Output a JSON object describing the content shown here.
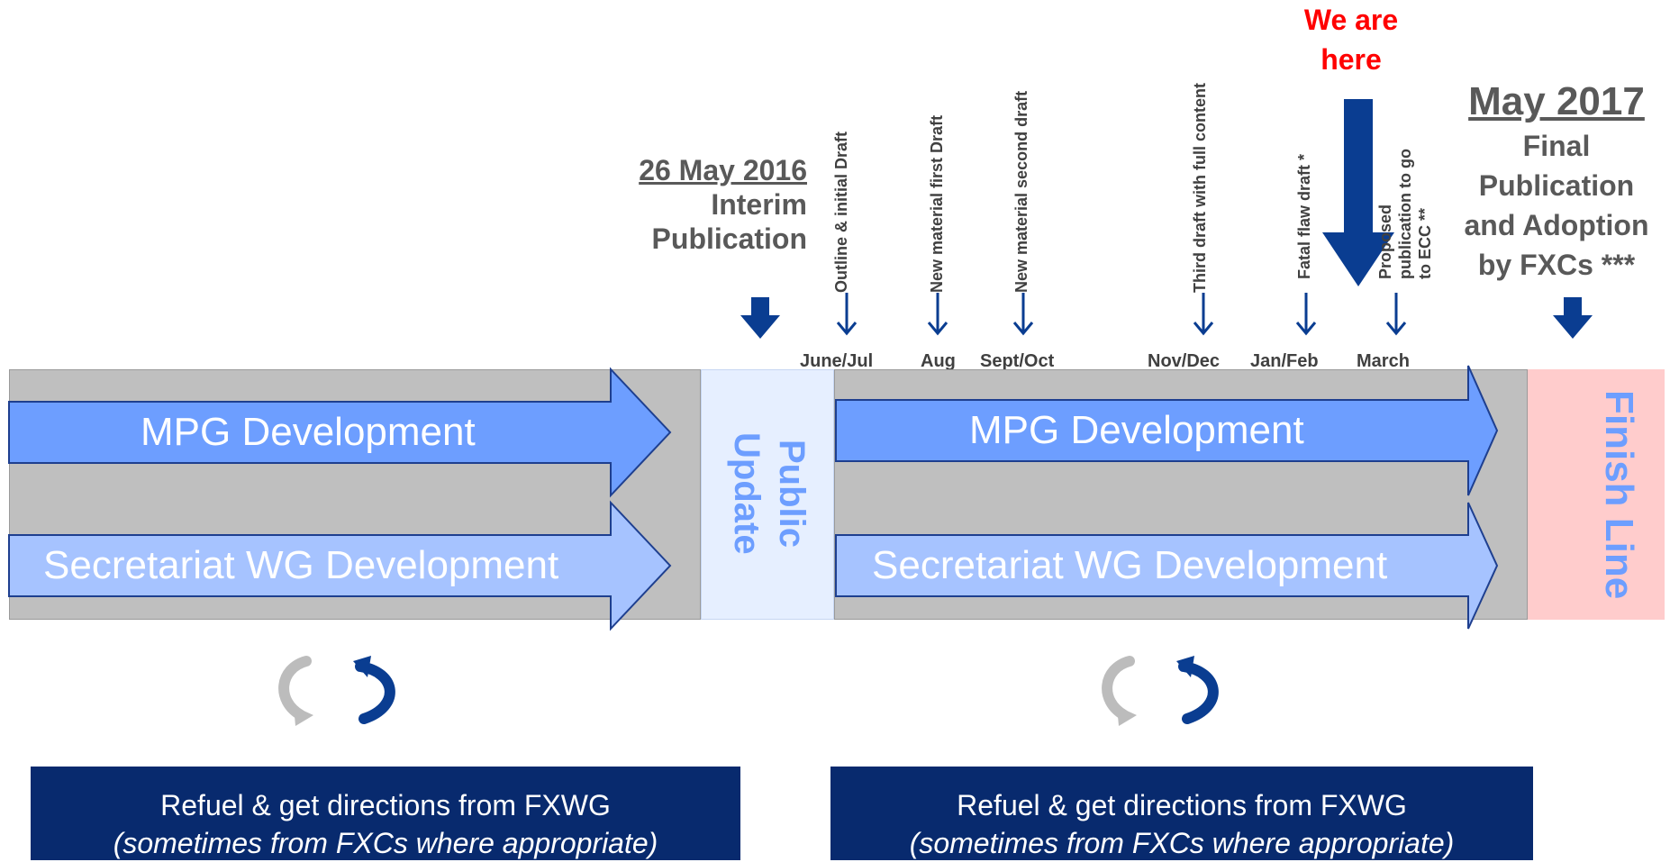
{
  "colors": {
    "navy": "#0a3d91",
    "arrow_blue": "#6d9eff",
    "arrow_light": "#a6c3ff",
    "gray_band": "#bfbfbf",
    "public_update_bg": "#e6efff",
    "finish_bg": "#ffcccc",
    "we_are_here": "#ff0000",
    "box_navy": "#082a6e"
  },
  "milestones": {
    "interim": {
      "date": "26 May 2016",
      "line1": "Interim",
      "line2": "Publication"
    },
    "final": {
      "date": "May 2017",
      "line1": "Final",
      "line2": "Publication",
      "line3": "and Adoption",
      "line4": "by FXCs ***"
    }
  },
  "we_are_here": {
    "line1": "We are",
    "line2": "here"
  },
  "drafts": [
    {
      "label": "Outline & initial Draft"
    },
    {
      "label": "New material first Draft"
    },
    {
      "label": "New material second draft"
    },
    {
      "label": "Third draft with full content"
    },
    {
      "label": "Fatal flaw draft *"
    },
    {
      "label_line1": "Proposed",
      "label_line2": "publication to go",
      "label_line3": "to ECC **"
    }
  ],
  "months": [
    "June/Jul",
    "Aug",
    "Sept/Oct",
    "Nov/Dec",
    "Jan/Feb",
    "March"
  ],
  "phases": {
    "left": {
      "mpg": "MPG Development",
      "secretariat": "Secretariat WG Development"
    },
    "public_update": {
      "line1": "Public",
      "line2": "Update"
    },
    "right": {
      "mpg": "MPG Development",
      "secretariat": "Secretariat WG Development"
    },
    "finish": "Finish Line"
  },
  "refuel_boxes": [
    {
      "line1": "Refuel & get directions from FXWG",
      "line2": "(sometimes from FXCs where appropriate)"
    },
    {
      "line1": "Refuel & get directions from FXWG",
      "line2": "(sometimes from FXCs where appropriate)"
    }
  ],
  "icons": [
    "refresh-cycle-icon",
    "down-arrow-icon"
  ]
}
